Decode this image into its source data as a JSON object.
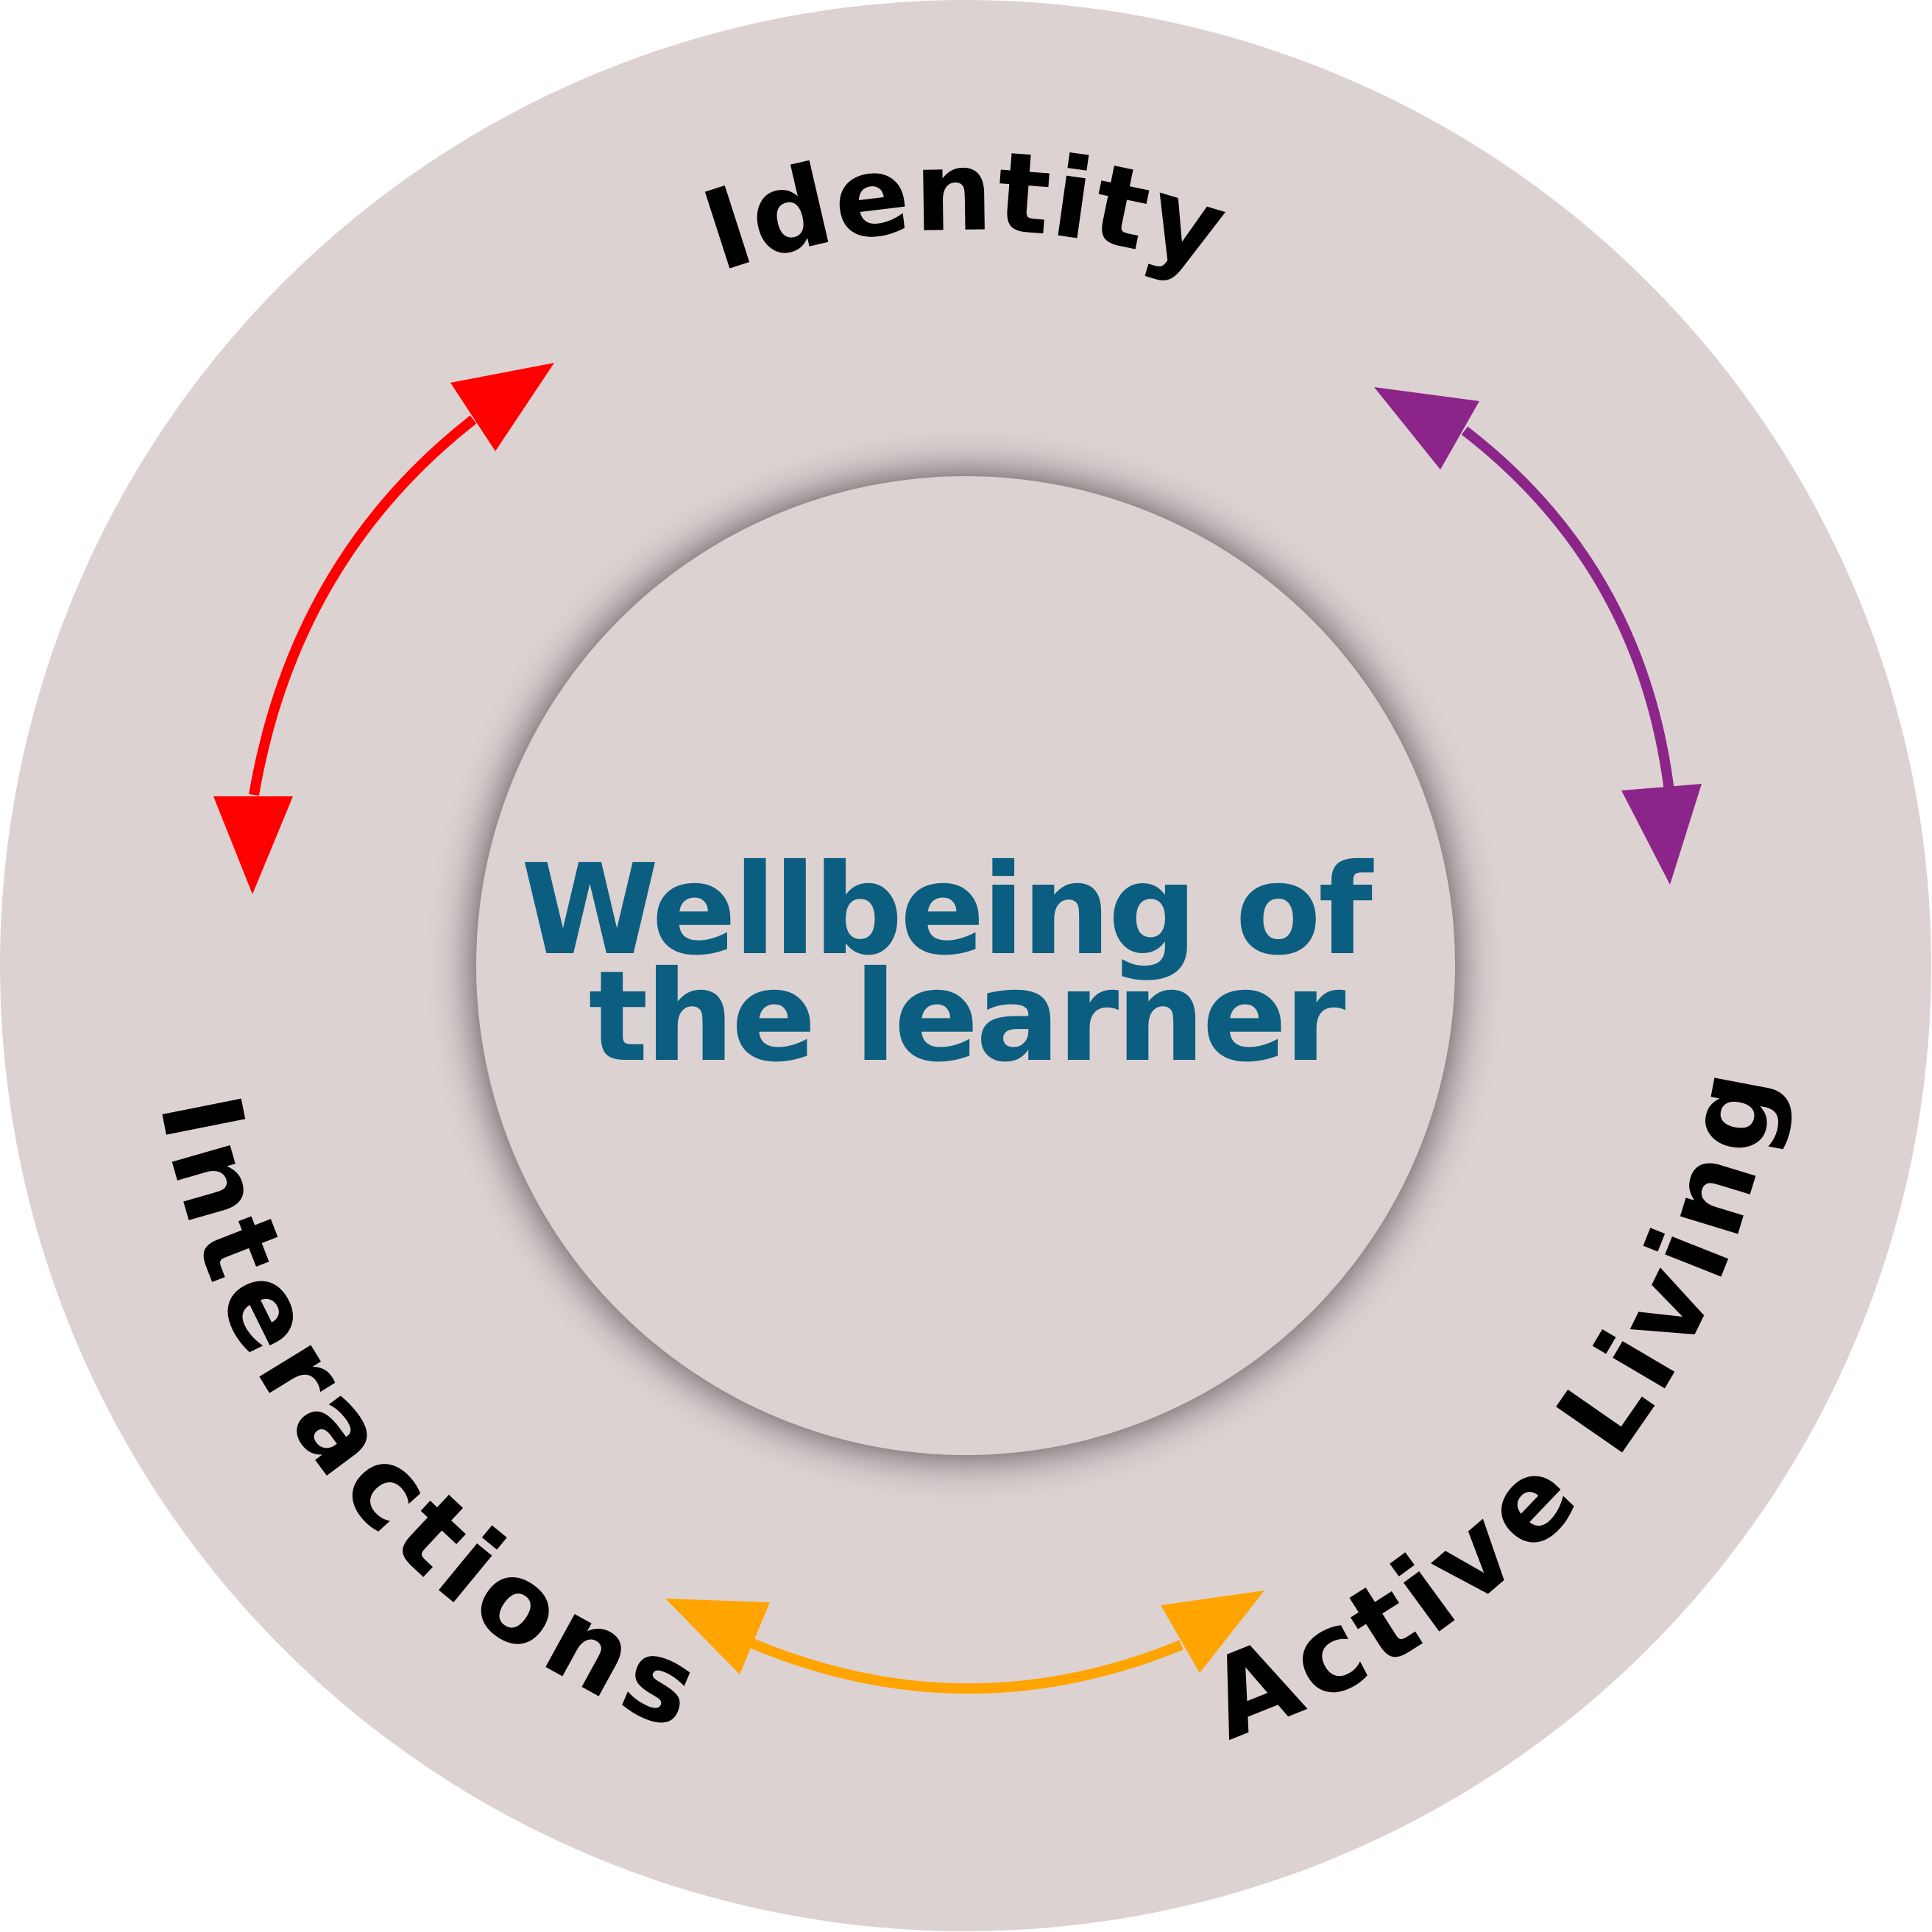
{
  "center": {
    "line1": "Wellbeing of",
    "line2": "the learner"
  },
  "labels": {
    "identity": "Identity",
    "active_living": "Active Living",
    "interactions": "Interactions"
  },
  "colors": {
    "outer_circle": "#ddd2d2",
    "inner_circle": "#ddd2d2",
    "center_text": "#0b5e80",
    "label_text": "#000000",
    "arrow_identity_interactions": "#ff0000",
    "arrow_identity_active_living": "#8b2589",
    "arrow_interactions_active_living": "#ffa400"
  }
}
